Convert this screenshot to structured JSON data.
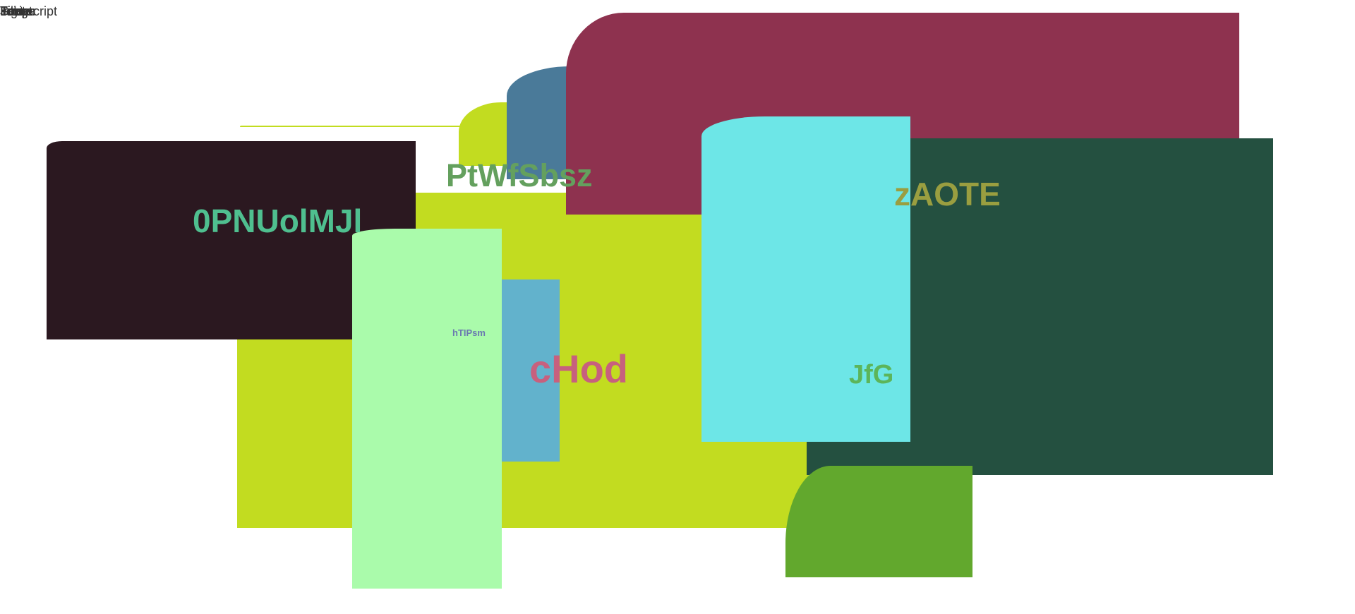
{
  "overlay": {
    "texts": [
      "Javascript",
      "Image",
      "Fig",
      "Text",
      "Inline",
      "Script",
      "Title",
      "Footer"
    ]
  },
  "labels": {
    "ptwf": "PtWfSbsz",
    "pnu": "0PNUolMJl",
    "zaote": "zAOTE",
    "htip": "hTIPsm",
    "chod": "cHod",
    "jfg": "JfG"
  },
  "colors": {
    "lime": "#c2dc20",
    "crimson": "#8e324f",
    "steel_blue": "#4a7a99",
    "maroon": "#2b1820",
    "dark_green": "#245040",
    "grass": "#62a82d",
    "cyan": "#6de6e7",
    "mint": "#aafbab",
    "sky": "#62b2cc"
  }
}
